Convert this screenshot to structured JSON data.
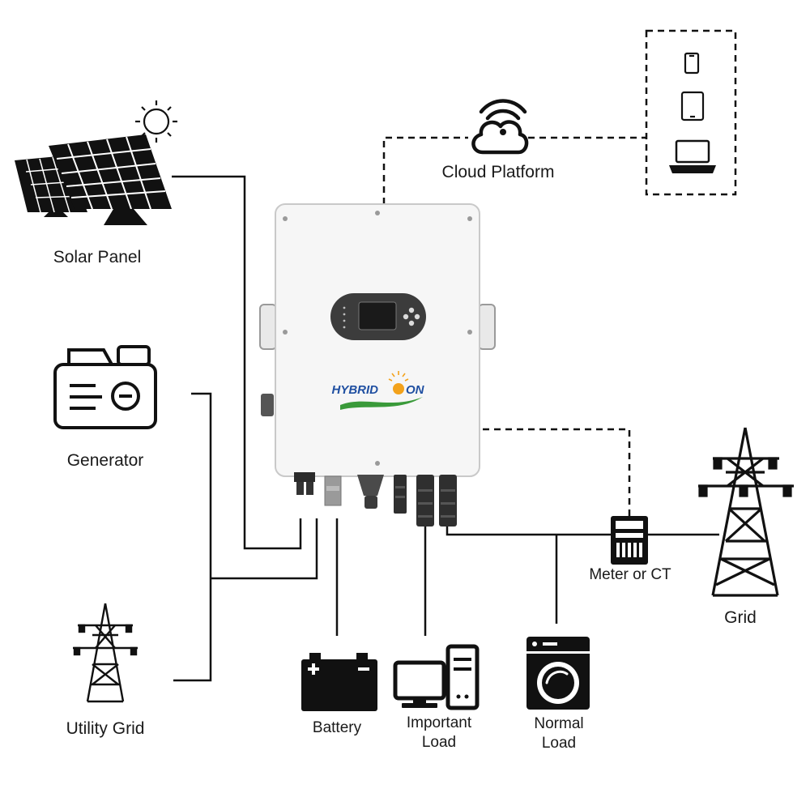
{
  "labels": {
    "solar_panel": "Solar Panel",
    "generator": "Generator",
    "utility_grid": "Utility Grid",
    "cloud_platform": "Cloud Platform",
    "meter_or_ct": "Meter or CT",
    "grid": "Grid",
    "battery": "Battery",
    "important_load_line1": "Important",
    "important_load_line2": "Load",
    "normal_load_line1": "Normal",
    "normal_load_line2": "Load"
  },
  "brand": {
    "logo_text_left": "HYBRID",
    "logo_text_right": "ON",
    "color_blue": "#1f4fa1",
    "color_green": "#3a9a3a",
    "color_orange": "#f3a21b"
  },
  "icons": {
    "solar": "solar-panel-icon",
    "sun": "sun-icon",
    "generator": "generator-icon",
    "utility_grid": "pylon-icon",
    "cloud": "cloud-wifi-icon",
    "phone": "phone-icon",
    "tablet": "tablet-icon",
    "laptop": "laptop-icon",
    "meter": "meter-icon",
    "grid": "pylon-icon",
    "battery": "battery-icon",
    "important_load": "computer-icon",
    "normal_load": "washing-machine-icon"
  }
}
